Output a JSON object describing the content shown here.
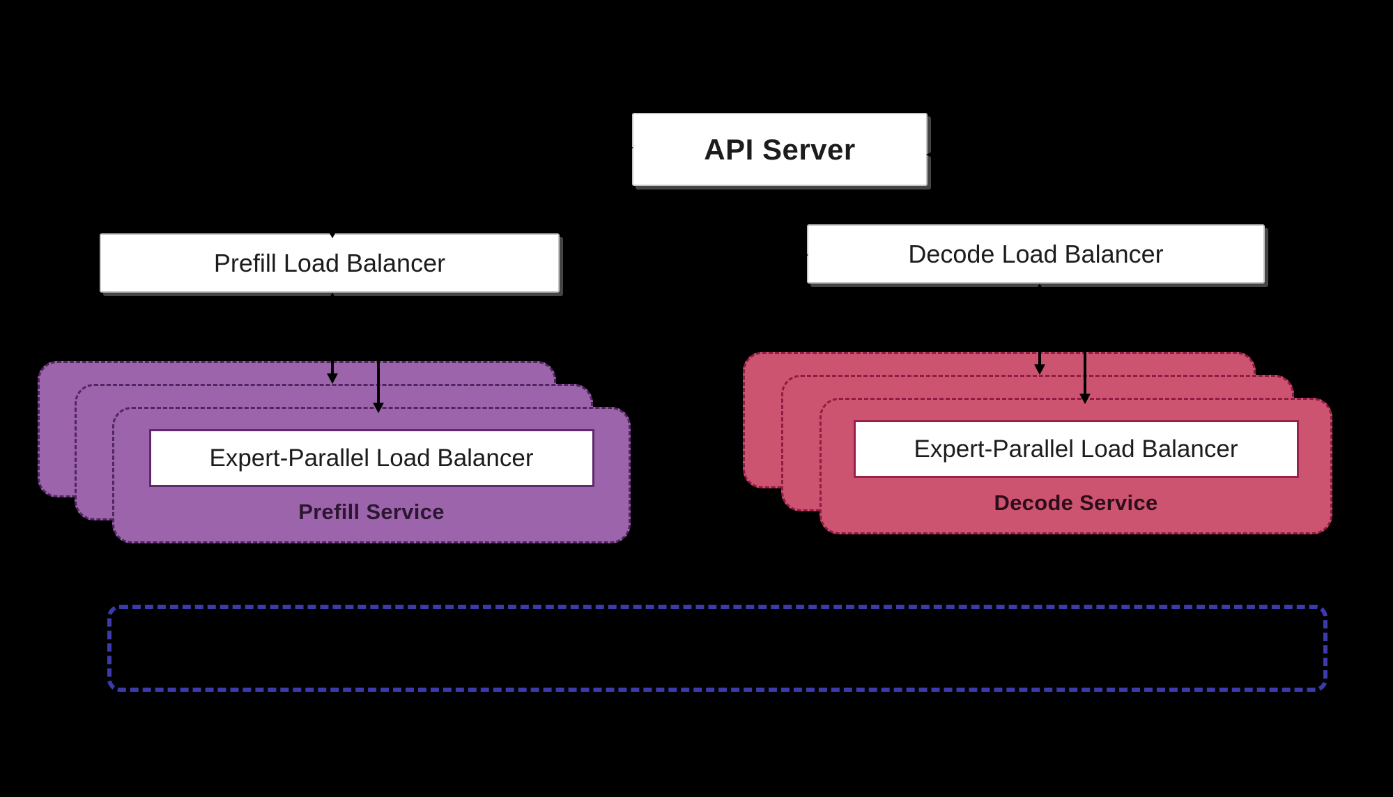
{
  "diagram": {
    "api_server": {
      "label": "API Server"
    },
    "prefill_lb": {
      "label": "Prefill Load Balancer"
    },
    "decode_lb": {
      "label": "Decode Load Balancer"
    },
    "prefill_service": {
      "eplb_label": "Expert-Parallel Load Balancer",
      "service_label": "Prefill Service",
      "replica_count": 3
    },
    "decode_service": {
      "eplb_label": "Expert-Parallel Load Balancer",
      "service_label": "Decode Service",
      "replica_count": 3
    }
  },
  "colors": {
    "background": "#000000",
    "prefill_fill": "#9c64aa",
    "prefill_stroke": "#512560",
    "prefill_eplb_border": "#5d2a6b",
    "decode_fill": "#cd5470",
    "decode_stroke": "#8f1c42",
    "decode_eplb_border": "#99224a",
    "cluster_stroke": "#3b3bab",
    "arrow": "#000000"
  }
}
